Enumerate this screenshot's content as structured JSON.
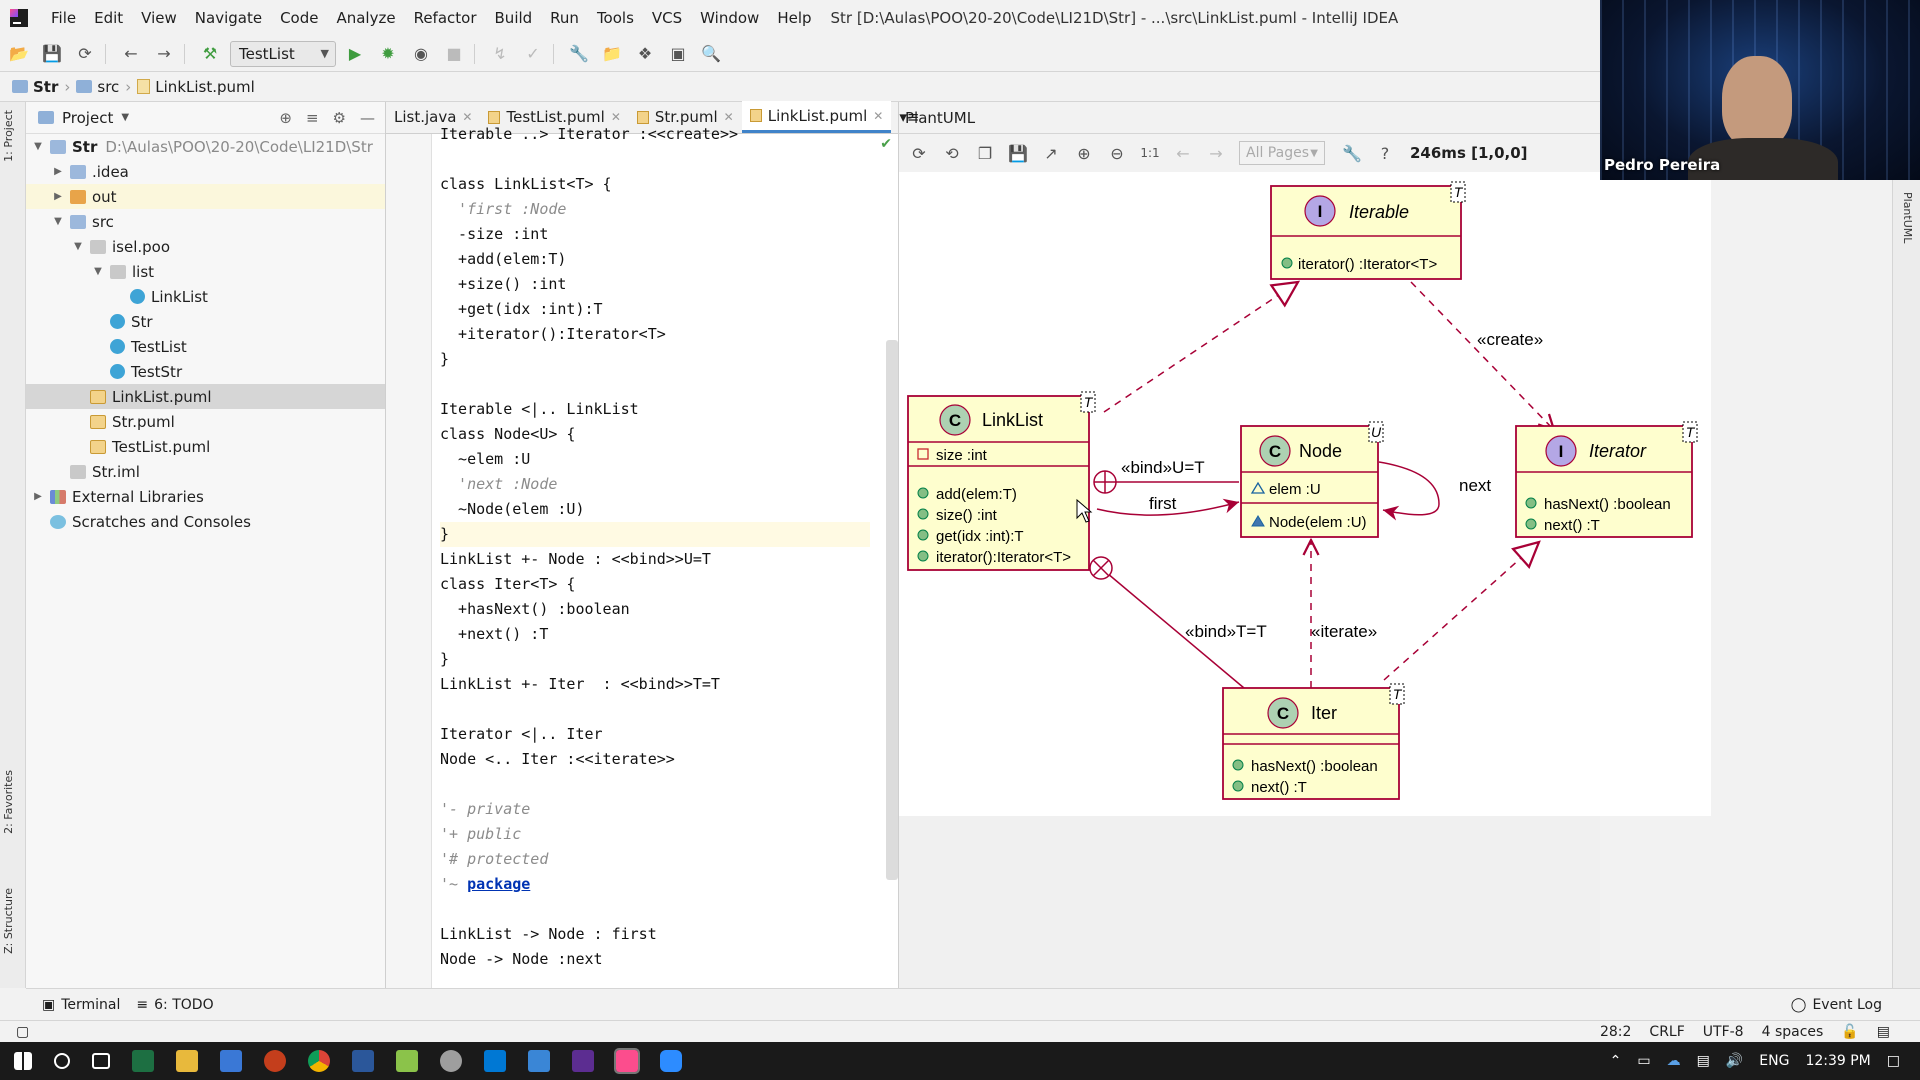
{
  "menu": {
    "items": [
      "File",
      "Edit",
      "View",
      "Navigate",
      "Code",
      "Analyze",
      "Refactor",
      "Build",
      "Run",
      "Tools",
      "VCS",
      "Window",
      "Help"
    ],
    "window_title": "Str [D:\\Aulas\\POO\\20-20\\Code\\LI21D\\Str] - ...\\src\\LinkList.puml - IntelliJ IDEA"
  },
  "toolbar": {
    "run_config": "TestList"
  },
  "breadcrumb": [
    "Str",
    "src",
    "LinkList.puml"
  ],
  "left_strip": {
    "project": "1: Project",
    "favorites": "2: Favorites",
    "structure": "Z: Structure"
  },
  "project": {
    "header": "Project",
    "tree": [
      {
        "label": "Str",
        "detail": "D:\\Aulas\\POO\\20-20\\Code\\LI21D\\Str"
      },
      {
        "label": ".idea"
      },
      {
        "label": "out"
      },
      {
        "label": "src"
      },
      {
        "label": "isel.poo"
      },
      {
        "label": "list"
      },
      {
        "label": "LinkList"
      },
      {
        "label": "Str"
      },
      {
        "label": "TestList"
      },
      {
        "label": "TestStr"
      },
      {
        "label": "LinkList.puml"
      },
      {
        "label": "Str.puml"
      },
      {
        "label": "TestList.puml"
      },
      {
        "label": "Str.iml"
      },
      {
        "label": "External Libraries"
      },
      {
        "label": "Scratches and Consoles"
      }
    ]
  },
  "editor": {
    "tabs": [
      "List.java",
      "TestList.puml",
      "Str.puml",
      "LinkList.puml"
    ],
    "lines": [
      "Iterable ..> Iterator :<<create>>",
      "",
      "class LinkList<T> {",
      "  'first :Node",
      "  -size :int",
      "  +add(elem:T)",
      "  +size() :int",
      "  +get(idx :int):T",
      "  +iterator():Iterator<T>",
      "}",
      "",
      "Iterable <|.. LinkList",
      "class Node<U> {",
      "  ~elem :U",
      "  'next :Node",
      "  ~Node(elem :U)",
      "}",
      "LinkList +- Node : <<bind>>U=T",
      "class Iter<T> {",
      "  +hasNext() :boolean",
      "  +next() :T",
      "}",
      "LinkList +- Iter  : <<bind>>T=T",
      "",
      "Iterator <|.. Iter",
      "Node <.. Iter :<<iterate>>",
      "",
      "'- private",
      "'+ public",
      "'# protected",
      "'~",
      "package",
      "",
      "LinkList -> Node : first",
      "Node -> Node :next"
    ]
  },
  "plantuml": {
    "title": "PlantUML",
    "pages": "All Pages",
    "render_time": "246ms [1,0,0]",
    "side_label": "PlantUML",
    "diagram": {
      "iterable": {
        "stereo": "I",
        "name": "Iterable",
        "param": "T",
        "methods": [
          "iterator() :Iterator<T>"
        ]
      },
      "linklist": {
        "stereo": "C",
        "name": "LinkList",
        "param": "T",
        "fields": [
          "size :int"
        ],
        "methods": [
          "add(elem:T)",
          "size() :int",
          "get(idx :int):T",
          "iterator():Iterator<T>"
        ]
      },
      "node": {
        "stereo": "C",
        "name": "Node",
        "param": "U",
        "fields": [
          "elem :U"
        ],
        "methods": [
          "Node(elem :U)"
        ]
      },
      "iterator": {
        "stereo": "I",
        "name": "Iterator",
        "param": "T",
        "methods": [
          "hasNext() :boolean",
          "next() :T"
        ]
      },
      "iter": {
        "stereo": "C",
        "name": "Iter",
        "param": "T",
        "methods": [
          "hasNext() :boolean",
          "next() :T"
        ]
      },
      "labels": {
        "create": "«create»",
        "bind_u": "«bind»U=T",
        "first": "first",
        "next": "next",
        "bind_t": "«bind»T=T",
        "iterate": "«iterate»"
      }
    }
  },
  "webcam": {
    "name": "Pedro Pereira"
  },
  "bottom_tools": {
    "terminal": "Terminal",
    "todo": "6: TODO",
    "event_log": "Event Log"
  },
  "status": {
    "position": "28:2",
    "line_sep": "CRLF",
    "encoding": "UTF-8",
    "indent": "4 spaces"
  },
  "taskbar": {
    "lang": "ENG",
    "time": "12:39 PM"
  },
  "colors": {
    "uml_fill": "#fefece",
    "uml_border": "#a80036",
    "accent_tab": "#4083c9"
  }
}
